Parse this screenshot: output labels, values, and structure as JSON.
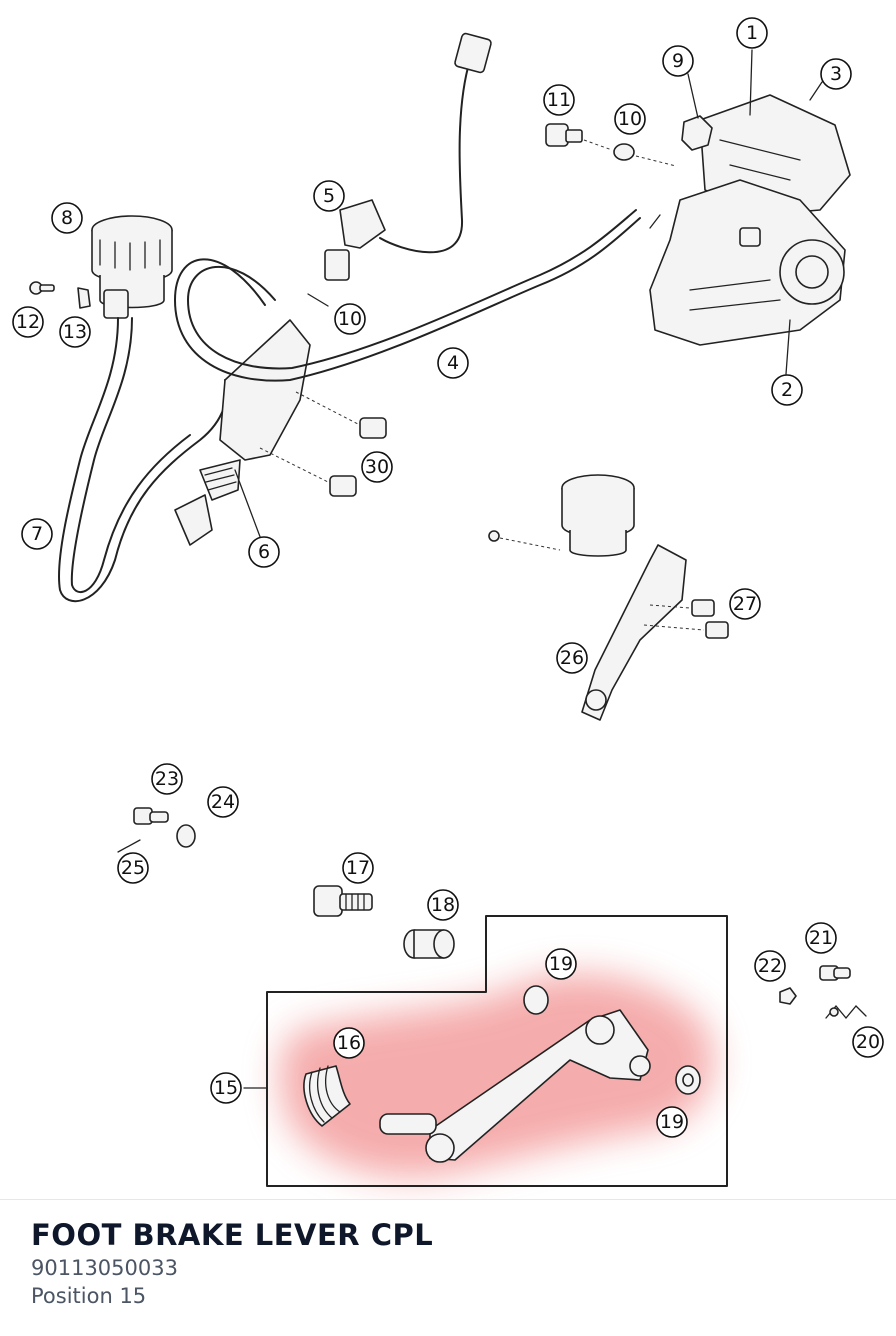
{
  "diagram": {
    "callouts": [
      "1",
      "2",
      "3",
      "4",
      "5",
      "6",
      "7",
      "8",
      "9",
      "10",
      "10",
      "11",
      "12",
      "13",
      "15",
      "16",
      "17",
      "18",
      "19",
      "19",
      "20",
      "21",
      "22",
      "23",
      "24",
      "25",
      "26",
      "27",
      "30"
    ]
  },
  "selected_part": {
    "name": "FOOT BRAKE LEVER CPL",
    "number": "90113050033",
    "position": "Position 15",
    "highlight_color": "#f08080"
  }
}
